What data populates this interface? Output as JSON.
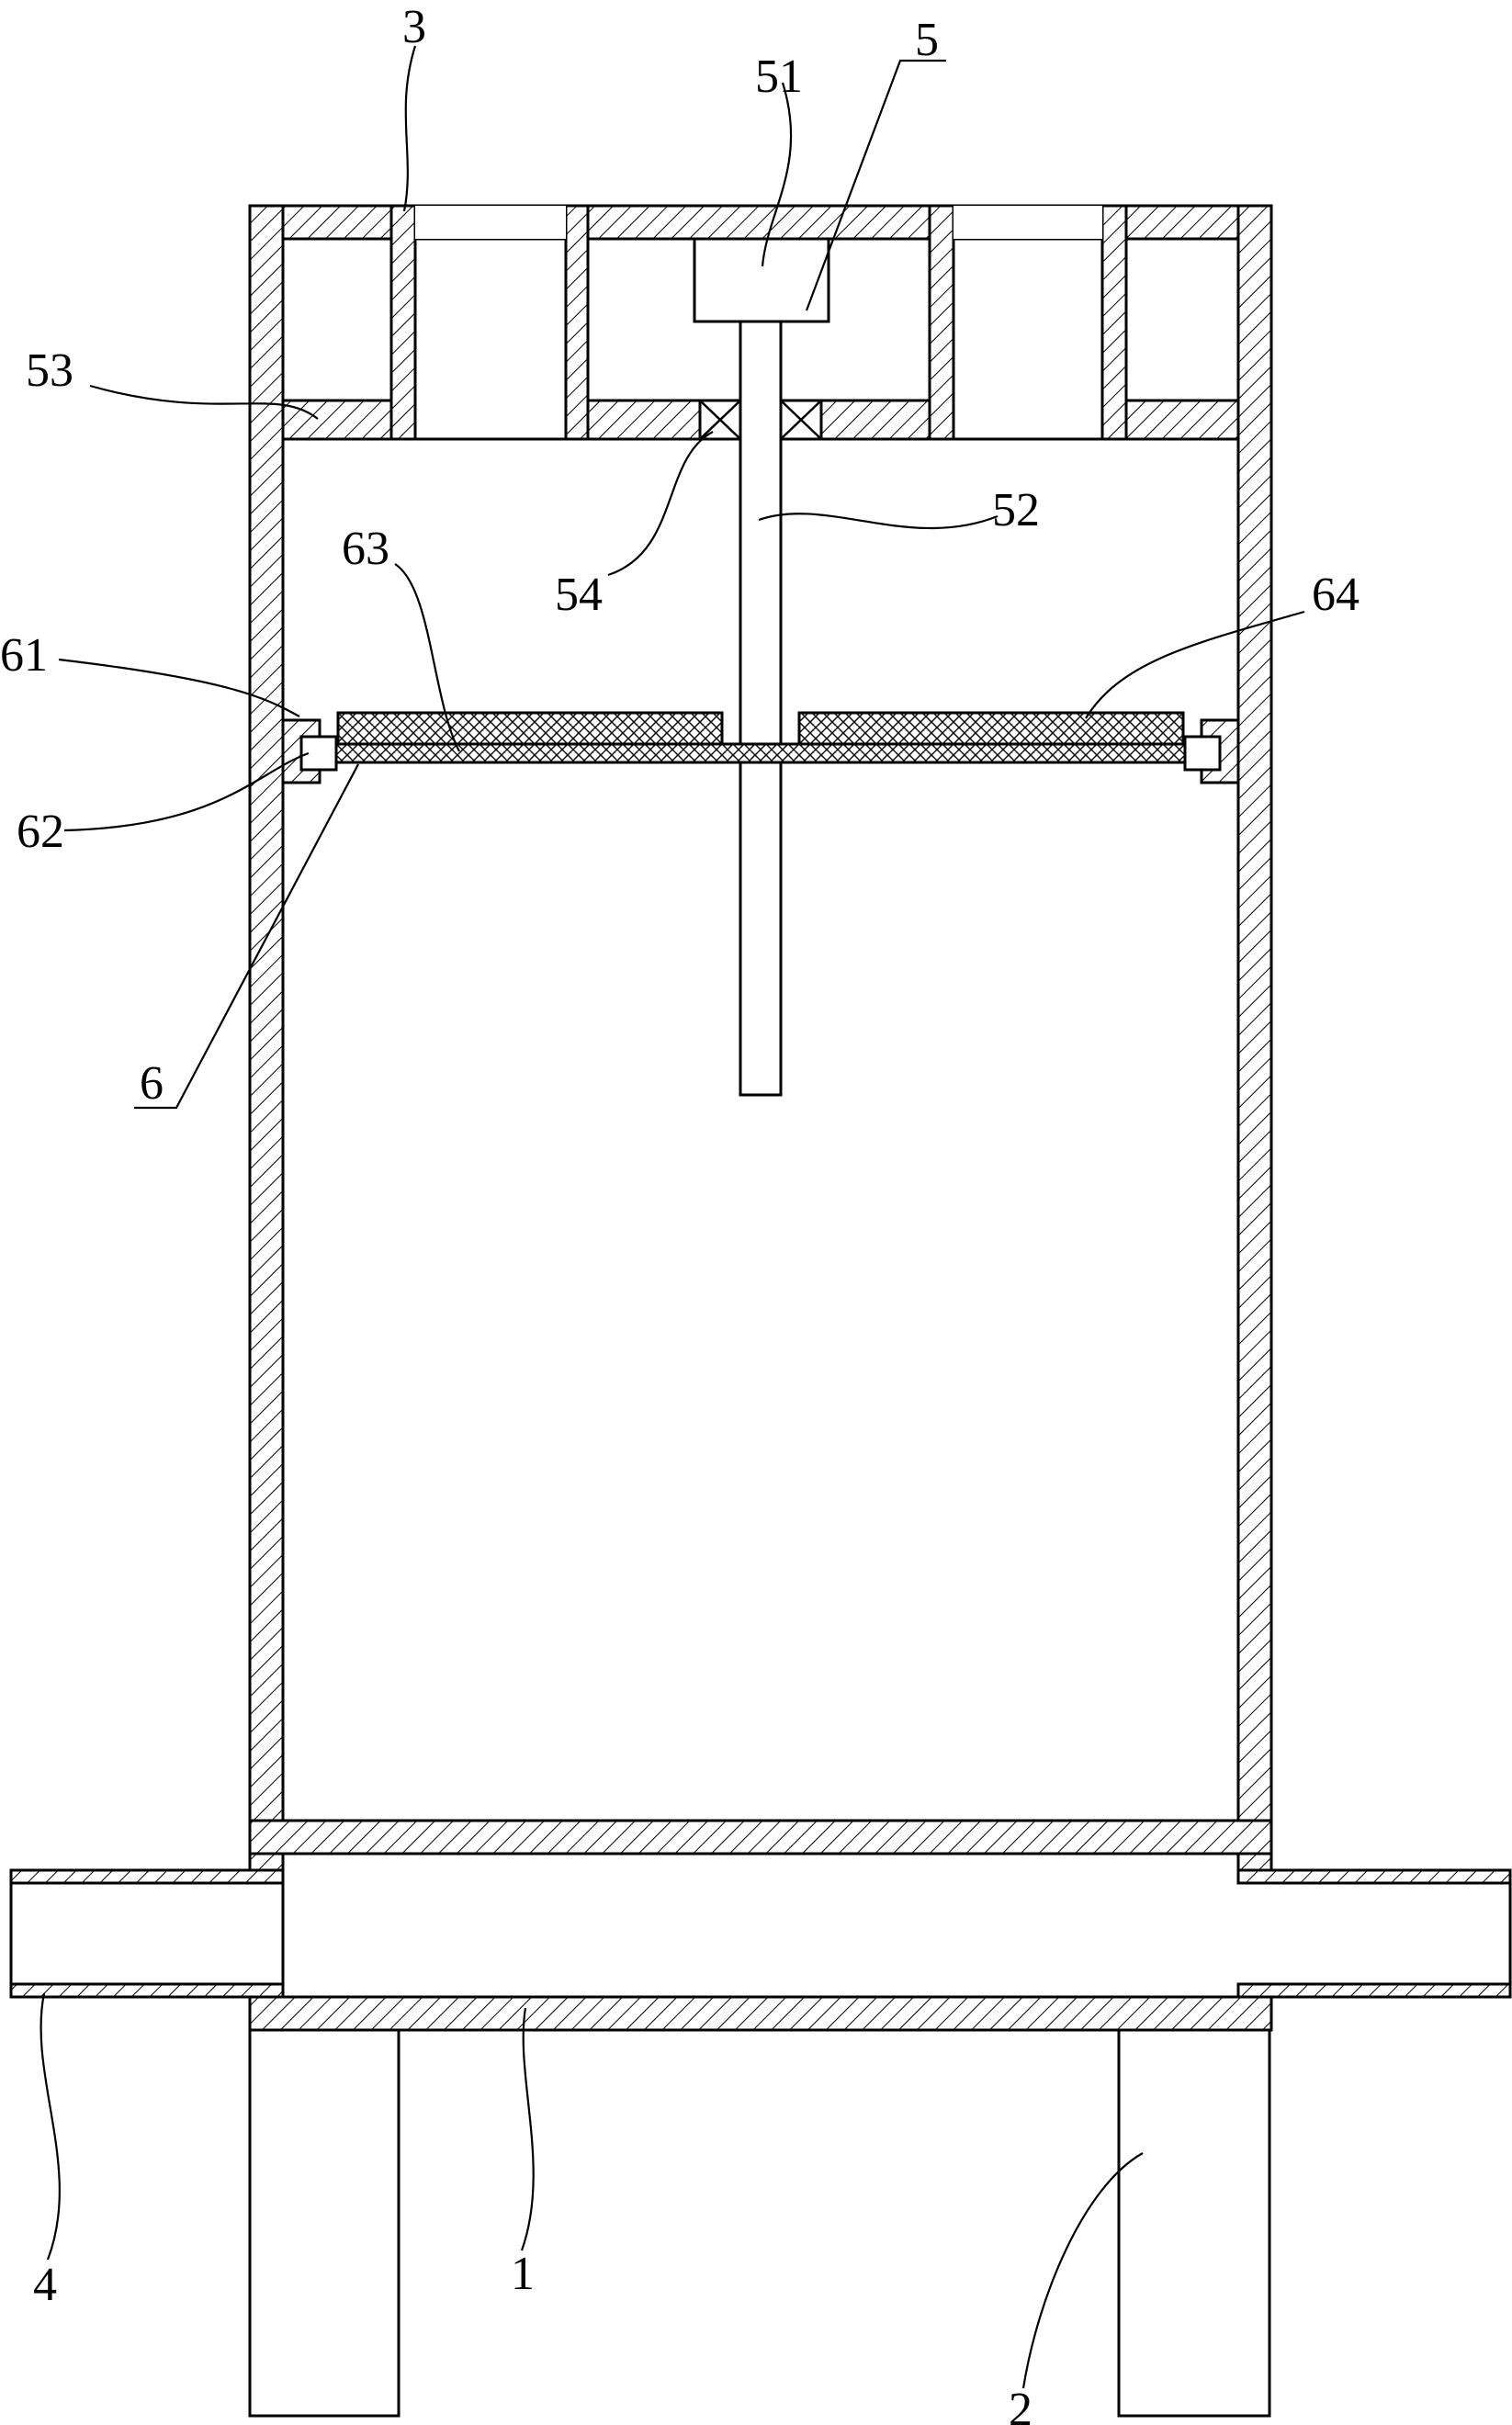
{
  "callouts": [
    {
      "id": "3",
      "text": "3"
    },
    {
      "id": "51",
      "text": "51"
    },
    {
      "id": "5",
      "text": "5"
    },
    {
      "id": "53",
      "text": "53"
    },
    {
      "id": "52",
      "text": "52"
    },
    {
      "id": "54",
      "text": "54"
    },
    {
      "id": "63",
      "text": "63"
    },
    {
      "id": "64",
      "text": "64"
    },
    {
      "id": "61",
      "text": "61"
    },
    {
      "id": "62",
      "text": "62"
    },
    {
      "id": "6",
      "text": "6"
    },
    {
      "id": "4",
      "text": "4"
    },
    {
      "id": "1",
      "text": "1"
    },
    {
      "id": "2",
      "text": "2"
    }
  ]
}
